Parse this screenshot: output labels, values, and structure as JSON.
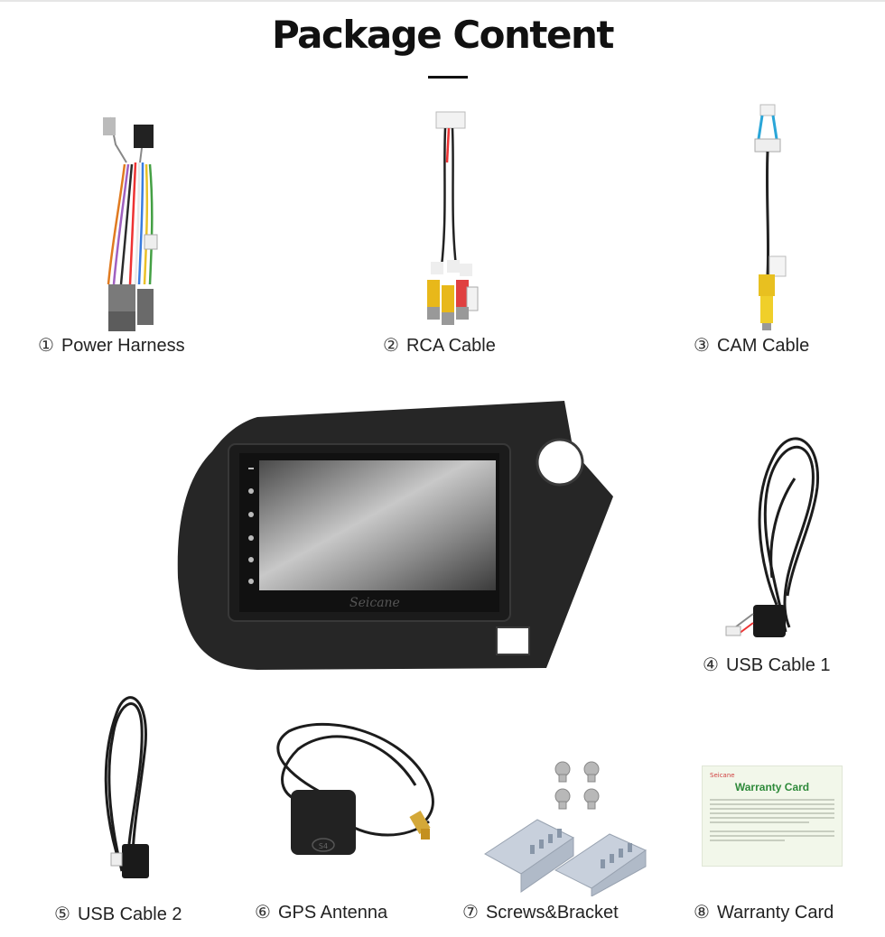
{
  "header": {
    "title": "Package Content"
  },
  "items": [
    {
      "num": "①",
      "label": "Power Harness"
    },
    {
      "num": "②",
      "label": "RCA Cable"
    },
    {
      "num": "③",
      "label": "CAM Cable"
    },
    {
      "num": "④",
      "label": "USB Cable 1"
    },
    {
      "num": "⑤",
      "label": "USB Cable 2"
    },
    {
      "num": "⑥",
      "label": "GPS Antenna"
    },
    {
      "num": "⑦",
      "label": "Screws&Bracket"
    },
    {
      "num": "⑧",
      "label": "Warranty Card"
    }
  ],
  "head_unit": {
    "brand": "Seicane"
  },
  "gps": {
    "badge": "S4"
  },
  "warranty_card": {
    "brand": "Seicane",
    "title": "Warranty Card"
  }
}
